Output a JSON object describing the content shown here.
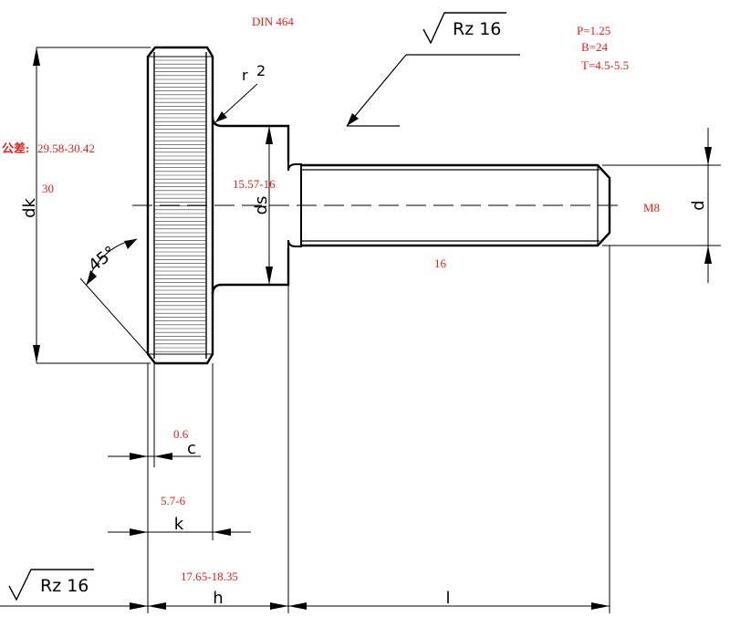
{
  "standard": "DIN 464",
  "thread_params": {
    "pitch": "P=1.25",
    "b": "B=24",
    "t": "T=4.5-5.5"
  },
  "roughness": {
    "top": "Rz 16",
    "bottom_left": "Rz 16"
  },
  "radius": {
    "symbol": "r",
    "value": "2"
  },
  "angle": "45°",
  "dims": {
    "dk": {
      "label": "dk",
      "nominal": "30",
      "tolerance_prefix": "公差:",
      "tolerance": "29.58-30.42"
    },
    "ds": {
      "label": "ds",
      "value": "15.57-16"
    },
    "d": {
      "label": "d",
      "value": "M8"
    },
    "c": {
      "label": "c",
      "value": "0.6"
    },
    "k": {
      "label": "k",
      "value": "5.7-6"
    },
    "h": {
      "label": "h",
      "value": "17.65-18.35"
    },
    "l": {
      "label": "l",
      "value": "16"
    }
  }
}
